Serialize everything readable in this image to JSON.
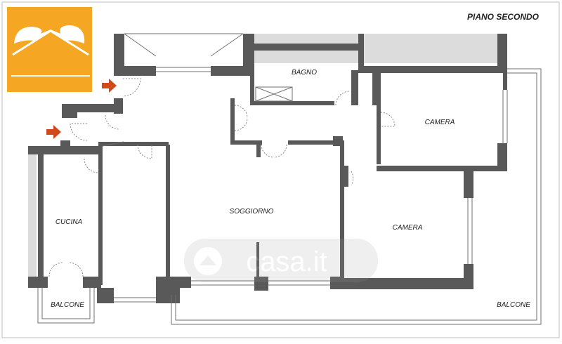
{
  "plan": {
    "floor_title": "PIANO  SECONDO",
    "rooms": {
      "bagno": "BAGNO",
      "camera_top": "CAMERA",
      "camera_bottom": "CAMERA",
      "soggiorno": "SOGGIORNO",
      "cucina": "CUCINA",
      "balcone_left": "BALCONE",
      "balcone_right": "BALCONE"
    },
    "watermark": "casa.it"
  },
  "colors": {
    "logo_bg": "#F5A623",
    "wall": "#595959",
    "arrow": "#D2491B",
    "hatch": "#dcdcdc"
  },
  "icons": [
    "house-roof-logo-icon",
    "entrance-arrow-icon",
    "house-watermark-icon"
  ]
}
